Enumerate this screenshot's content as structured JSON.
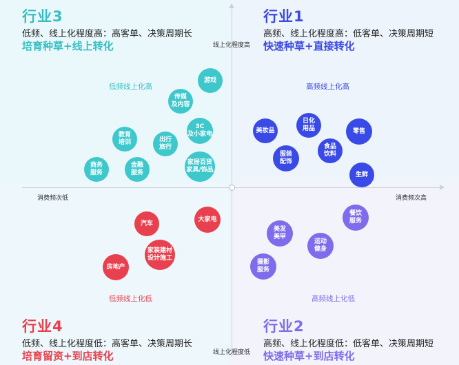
{
  "colors": {
    "teal": "#3ec8cc",
    "blue": "#3a4ae6",
    "red": "#e8404e",
    "purple": "#7e6cec",
    "title_teal": "#35bfc3",
    "title_blue": "#3a4ae6",
    "title_red": "#e8404e",
    "title_purple": "#7e6cec"
  },
  "axes": {
    "y_top": "线上化程度高",
    "y_bottom": "线上化程度低",
    "x_left": "消费频次低",
    "x_right": "消费频次高"
  },
  "quadrants": {
    "top_left": {
      "title": "行业3",
      "desc": "低频、线上化程度高：高客单、决策周期长",
      "strategy": "培育种草+线上转化",
      "zone": "低频线上化高",
      "bubbles": [
        "游戏",
        "传媒\n及内容",
        "3C\n及小家电",
        "教育\n培训",
        "出行\n旅行",
        "家居百货\n家具/饰品",
        "商务\n服务",
        "金融\n服务"
      ]
    },
    "top_right": {
      "title": "行业1",
      "desc": "高频、线上化程度高：低客单、决策周期短",
      "strategy": "快速种草+直接转化",
      "zone": "高频线上化高",
      "bubbles": [
        "日化\n用品",
        "美妆品",
        "零售",
        "食品\n饮料",
        "服装\n配饰",
        "生鲜"
      ]
    },
    "bottom_left": {
      "title": "行业4",
      "desc": "低频、线上化程度低：高客单、决策周期长",
      "strategy": "培育留资+到店转化",
      "zone": "低频线上化低",
      "bubbles": [
        "汽车",
        "大家电",
        "家装建材\n设计施工",
        "房地产"
      ]
    },
    "bottom_right": {
      "title": "行业2",
      "desc": "高频、线上化程度低：低客单、决策周期短",
      "strategy": "快速种草+到店转化",
      "zone": "高频线上化低",
      "bubbles": [
        "餐饮\n服务",
        "美发\n美甲",
        "运动\n健身",
        "摄影\n服务"
      ]
    }
  }
}
